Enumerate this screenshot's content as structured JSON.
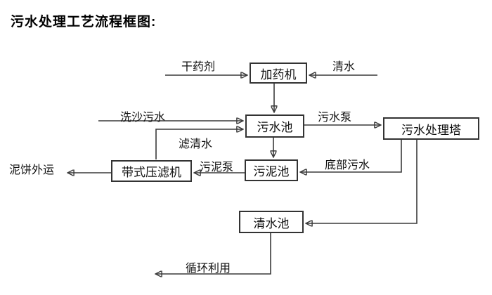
{
  "title": "污水处理工艺流程框图:",
  "nodes": {
    "dosing_machine": "加药机",
    "sewage_pool": "污水池",
    "treatment_tower": "污水处理塔",
    "sludge_pool": "污泥池",
    "belt_filter_press": "带式压滤机",
    "clean_water_pool": "清水池"
  },
  "flow_labels": {
    "dry_chemical": "干药剂",
    "clean_water": "清水",
    "sand_washing_sewage": "洗沙污水",
    "sewage_pump": "污水泵",
    "filtered_water": "滤清水",
    "sludge_pump": "污泥泵",
    "bottom_sewage": "底部污水",
    "mud_cake_outbound": "泥饼外运",
    "recycling": "循环利用"
  },
  "edges": [
    {
      "from": "干药剂",
      "to": "加药机",
      "label": "干药剂"
    },
    {
      "from": "清水",
      "to": "加药机",
      "label": "清水"
    },
    {
      "from": "加药机",
      "to": "污水池",
      "label": ""
    },
    {
      "from": "洗沙污水",
      "to": "污水池",
      "label": "洗沙污水"
    },
    {
      "from": "带式压滤机",
      "to": "污水池",
      "label": "滤清水"
    },
    {
      "from": "污水池",
      "to": "污水处理塔",
      "label": "污水泵"
    },
    {
      "from": "污水池",
      "to": "污泥池",
      "label": ""
    },
    {
      "from": "污泥池",
      "to": "带式压滤机",
      "label": "污泥泵"
    },
    {
      "from": "带式压滤机",
      "to": "泥饼外运",
      "label": "泥饼外运"
    },
    {
      "from": "污水处理塔",
      "to": "污泥池",
      "label": "底部污水"
    },
    {
      "from": "污水处理塔",
      "to": "清水池",
      "label": ""
    },
    {
      "from": "清水池",
      "to": "循环利用",
      "label": "循环利用"
    }
  ],
  "colors": {
    "line": "#3a3a3a",
    "box_border": "#333333",
    "text": "#111111",
    "background": "#ffffff"
  }
}
